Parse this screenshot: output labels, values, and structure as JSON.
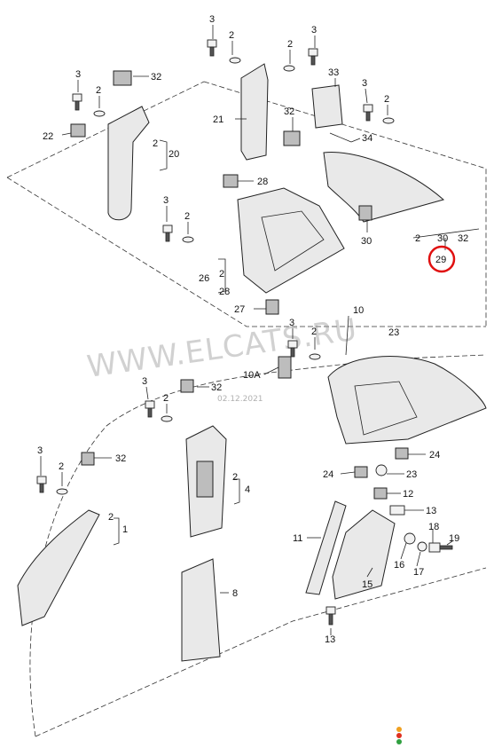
{
  "callouts": [
    {
      "id": "c1",
      "text": "3"
    },
    {
      "id": "c2",
      "text": "2"
    },
    {
      "id": "c3",
      "text": "2"
    },
    {
      "id": "c4",
      "text": "3"
    },
    {
      "id": "c5",
      "text": "3"
    },
    {
      "id": "c6",
      "text": "32"
    },
    {
      "id": "c7",
      "text": "33"
    },
    {
      "id": "c8",
      "text": "3"
    },
    {
      "id": "c9",
      "text": "2"
    },
    {
      "id": "c10",
      "text": "22"
    },
    {
      "id": "c11",
      "text": "21"
    },
    {
      "id": "c12",
      "text": "32"
    },
    {
      "id": "c13",
      "text": "2"
    },
    {
      "id": "c14",
      "text": "34"
    },
    {
      "id": "c15",
      "text": "2"
    },
    {
      "id": "c16",
      "text": "20"
    },
    {
      "id": "c17",
      "text": "28"
    },
    {
      "id": "c18",
      "text": "3"
    },
    {
      "id": "c19",
      "text": "2"
    },
    {
      "id": "c20",
      "text": "30"
    },
    {
      "id": "c21",
      "text": "2"
    },
    {
      "id": "c22",
      "text": "30"
    },
    {
      "id": "c23",
      "text": "32"
    },
    {
      "id": "c24",
      "text": "29"
    },
    {
      "id": "c25",
      "text": "26"
    },
    {
      "id": "c26",
      "text": "2"
    },
    {
      "id": "c27",
      "text": "28"
    },
    {
      "id": "c28",
      "text": "27"
    },
    {
      "id": "c29",
      "text": "10"
    },
    {
      "id": "c30",
      "text": "3"
    },
    {
      "id": "c31",
      "text": "2"
    },
    {
      "id": "c32",
      "text": "23"
    },
    {
      "id": "c33",
      "text": "10A"
    },
    {
      "id": "c34",
      "text": "3"
    },
    {
      "id": "c35",
      "text": "2"
    },
    {
      "id": "c36",
      "text": "32"
    },
    {
      "id": "c37",
      "text": "3"
    },
    {
      "id": "c38",
      "text": "2"
    },
    {
      "id": "c39",
      "text": "32"
    },
    {
      "id": "c40",
      "text": "2"
    },
    {
      "id": "c41",
      "text": "4"
    },
    {
      "id": "c42",
      "text": "24"
    },
    {
      "id": "c43",
      "text": "24"
    },
    {
      "id": "c44",
      "text": "23"
    },
    {
      "id": "c45",
      "text": "12"
    },
    {
      "id": "c46",
      "text": "2"
    },
    {
      "id": "c47",
      "text": "1"
    },
    {
      "id": "c48",
      "text": "13"
    },
    {
      "id": "c49",
      "text": "11"
    },
    {
      "id": "c50",
      "text": "18"
    },
    {
      "id": "c51",
      "text": "19"
    },
    {
      "id": "c52",
      "text": "16"
    },
    {
      "id": "c53",
      "text": "17"
    },
    {
      "id": "c54",
      "text": "15"
    },
    {
      "id": "c55",
      "text": "8"
    },
    {
      "id": "c56",
      "text": "13"
    }
  ],
  "watermark": {
    "text": "WWW.ELCATS.RU",
    "date": "02.12.2021"
  },
  "highlight": {
    "color": "#e01010"
  },
  "status_dots": {
    "colors": [
      "#f0a020",
      "#e03020",
      "#30a040"
    ]
  }
}
